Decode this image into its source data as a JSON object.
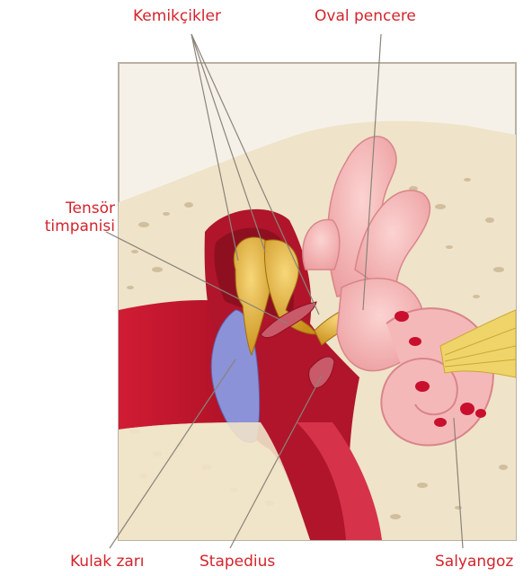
{
  "labels": {
    "ossicles": "Kemikçikler",
    "oval_window": "Oval pencere",
    "tensor_tympani_line1": "Tensör",
    "tensor_tympani_line2": "timpanisi",
    "eardrum": "Kulak zarı",
    "stapedius": "Stapedius",
    "cochlea": "Salyangoz"
  },
  "colors": {
    "label": "#d3242c",
    "bone": "#efe3c9",
    "ear_canal": "#c8102e",
    "cavity": "#8e1020",
    "eardrum": "#8b92d8",
    "ossicle": "#e8b436",
    "inner_ear": "#f4b8b8",
    "nerve": "#efd46a",
    "frame": "#b9b1a3"
  }
}
